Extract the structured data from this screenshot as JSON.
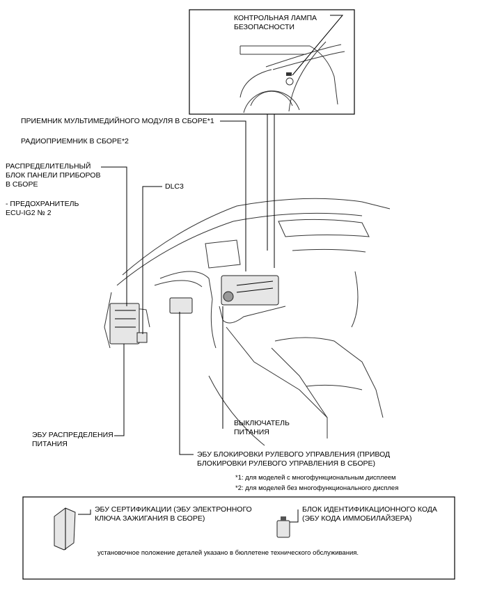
{
  "labels": {
    "security_lamp": "КОНТРОЛЬНАЯ ЛАМПА\nБЕЗОПАСНОСТИ",
    "multimedia_receiver": "ПРИЕМНИК МУЛЬТИМЕДИЙНОГО МОДУЛЯ В СБОРЕ*1",
    "radio_receiver": "РАДИОПРИЕМНИК В СБОРЕ*2",
    "junction_block": "РАСПРЕДЕЛИТЕЛЬНЫЙ\nБЛОК ПАНЕЛИ ПРИБОРОВ\nВ СБОРЕ",
    "fuse": "- ПРЕДОХРАНИТЕЛЬ\nECU-IG2 № 2",
    "dlc3": "DLC3",
    "power_dist_ecu": "ЭБУ РАСПРЕДЕЛЕНИЯ\nПИТАНИЯ",
    "power_switch": "ВЫКЛЮЧАТЕЛЬ\nПИТАНИЯ",
    "steering_lock_ecu": "ЭБУ БЛОКИРОВКИ РУЛЕВОГО УПРАВЛЕНИЯ (ПРИВОД\nБЛОКИРОВКИ РУЛЕВОГО УПРАВЛЕНИЯ В СБОРЕ)",
    "note1": "*1: для моделей с многофункциональным дисплеем",
    "note2": "*2: для моделей без многофункционального дисплея"
  },
  "legend": {
    "cert_ecu": "ЭБУ СЕРТИФИКАЦИИ (ЭБУ ЭЛЕКТРОННОГО\nКЛЮЧА ЗАЖИГАНИЯ В СБОРЕ)",
    "id_code_box": "БЛОК ИДЕНТИФИКАЦИОННОГО КОДА\n(ЭБУ КОДА ИММОБИЛАЙЗЕРА)",
    "install_note": "установочное положение деталей указано в бюллетене технического обслуживания."
  }
}
